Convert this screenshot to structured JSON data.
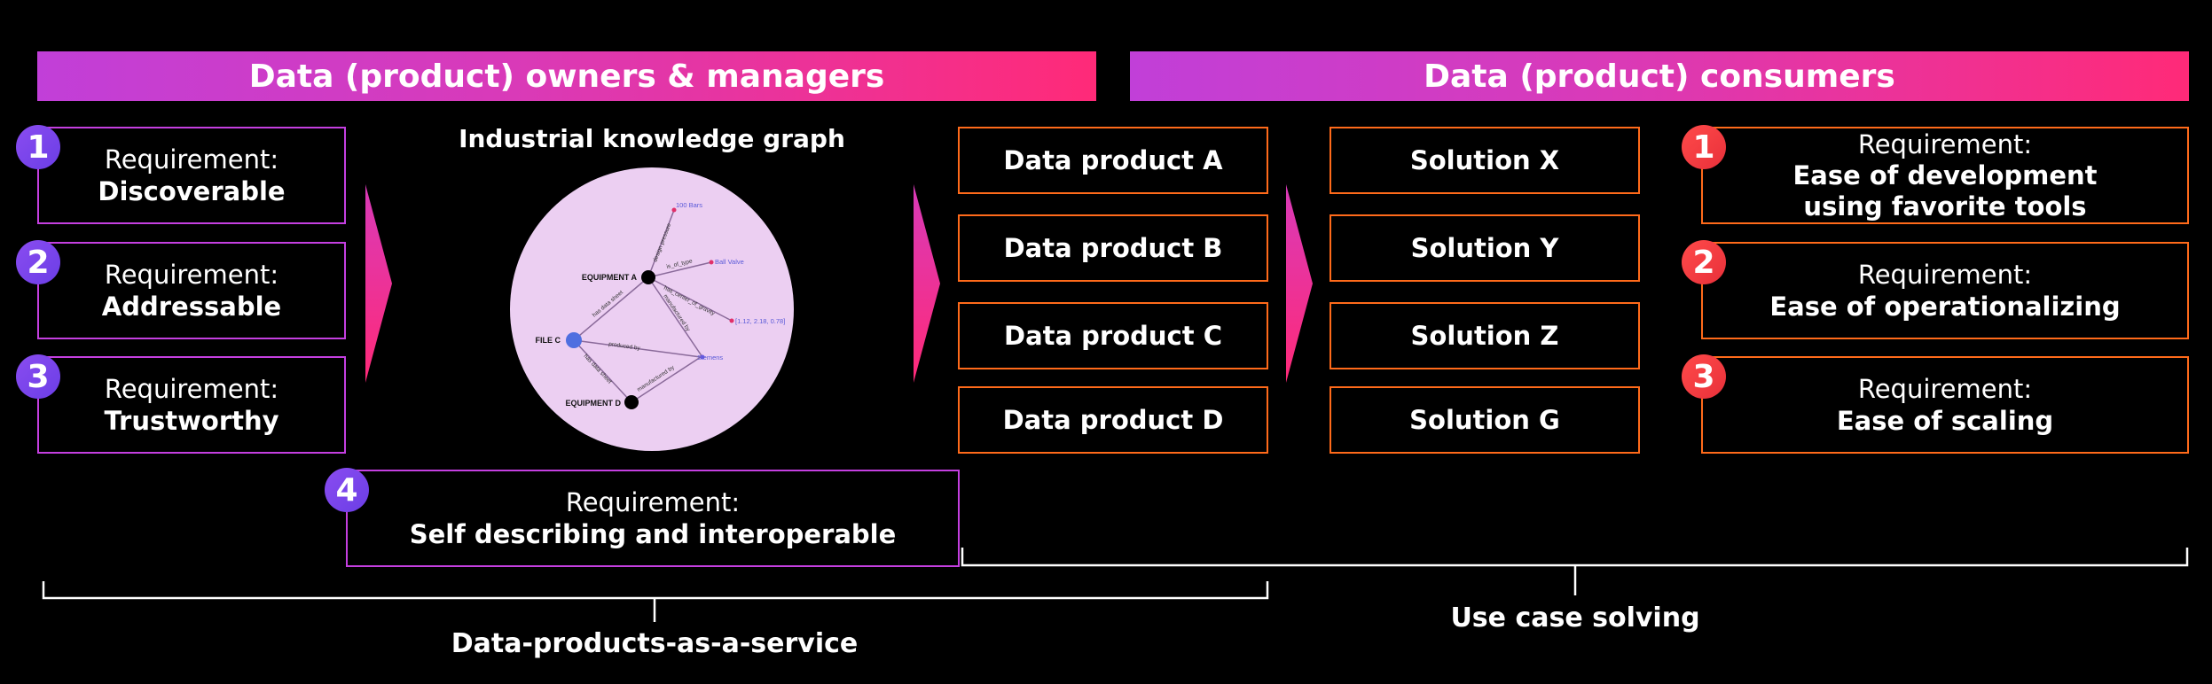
{
  "banners": {
    "owners": "Data (product) owners & managers",
    "consumers": "Data (product) consumers"
  },
  "owner_requirements": [
    {
      "number": "1",
      "label": "Requirement:",
      "value": "Discoverable"
    },
    {
      "number": "2",
      "label": "Requirement:",
      "value": "Addressable"
    },
    {
      "number": "3",
      "label": "Requirement:",
      "value": "Trustworthy"
    },
    {
      "number": "4",
      "label": "Requirement:",
      "value": "Self describing and interoperable"
    }
  ],
  "graph": {
    "title": "Industrial knowledge graph",
    "nodes": {
      "equipment_a": "EQUIPMENT A",
      "equipment_d": "EQUIPMENT D",
      "file_c": "FILE C",
      "bars": "100 Bars",
      "ball_valve": "Ball Valve",
      "coords": "[1.12, 2.18, 0.78]",
      "siemens": "Siemens"
    },
    "edges": {
      "design_pressure": "design pressure",
      "is_of_type": "is_of_type",
      "has_center_of_gravity": "has_center_of_gravity",
      "manufactured_by_a": "manufactured by",
      "has_data_sheet_a": "has data sheet",
      "produced_by": "produced by",
      "has_data_sheet_d": "has data sheet",
      "manufactured_by_d": "manufactured by"
    }
  },
  "data_products": [
    "Data product A",
    "Data product B",
    "Data product C",
    "Data product D"
  ],
  "solutions": [
    "Solution X",
    "Solution Y",
    "Solution Z",
    "Solution G"
  ],
  "consumer_requirements": [
    {
      "number": "1",
      "label": "Requirement:",
      "value": "Ease of development using favorite tools"
    },
    {
      "number": "2",
      "label": "Requirement:",
      "value": "Ease of operationalizing"
    },
    {
      "number": "3",
      "label": "Requirement:",
      "value": "Ease of scaling"
    }
  ],
  "brackets": {
    "left": "Data-products-as-a-service",
    "right": "Use case solving"
  }
}
